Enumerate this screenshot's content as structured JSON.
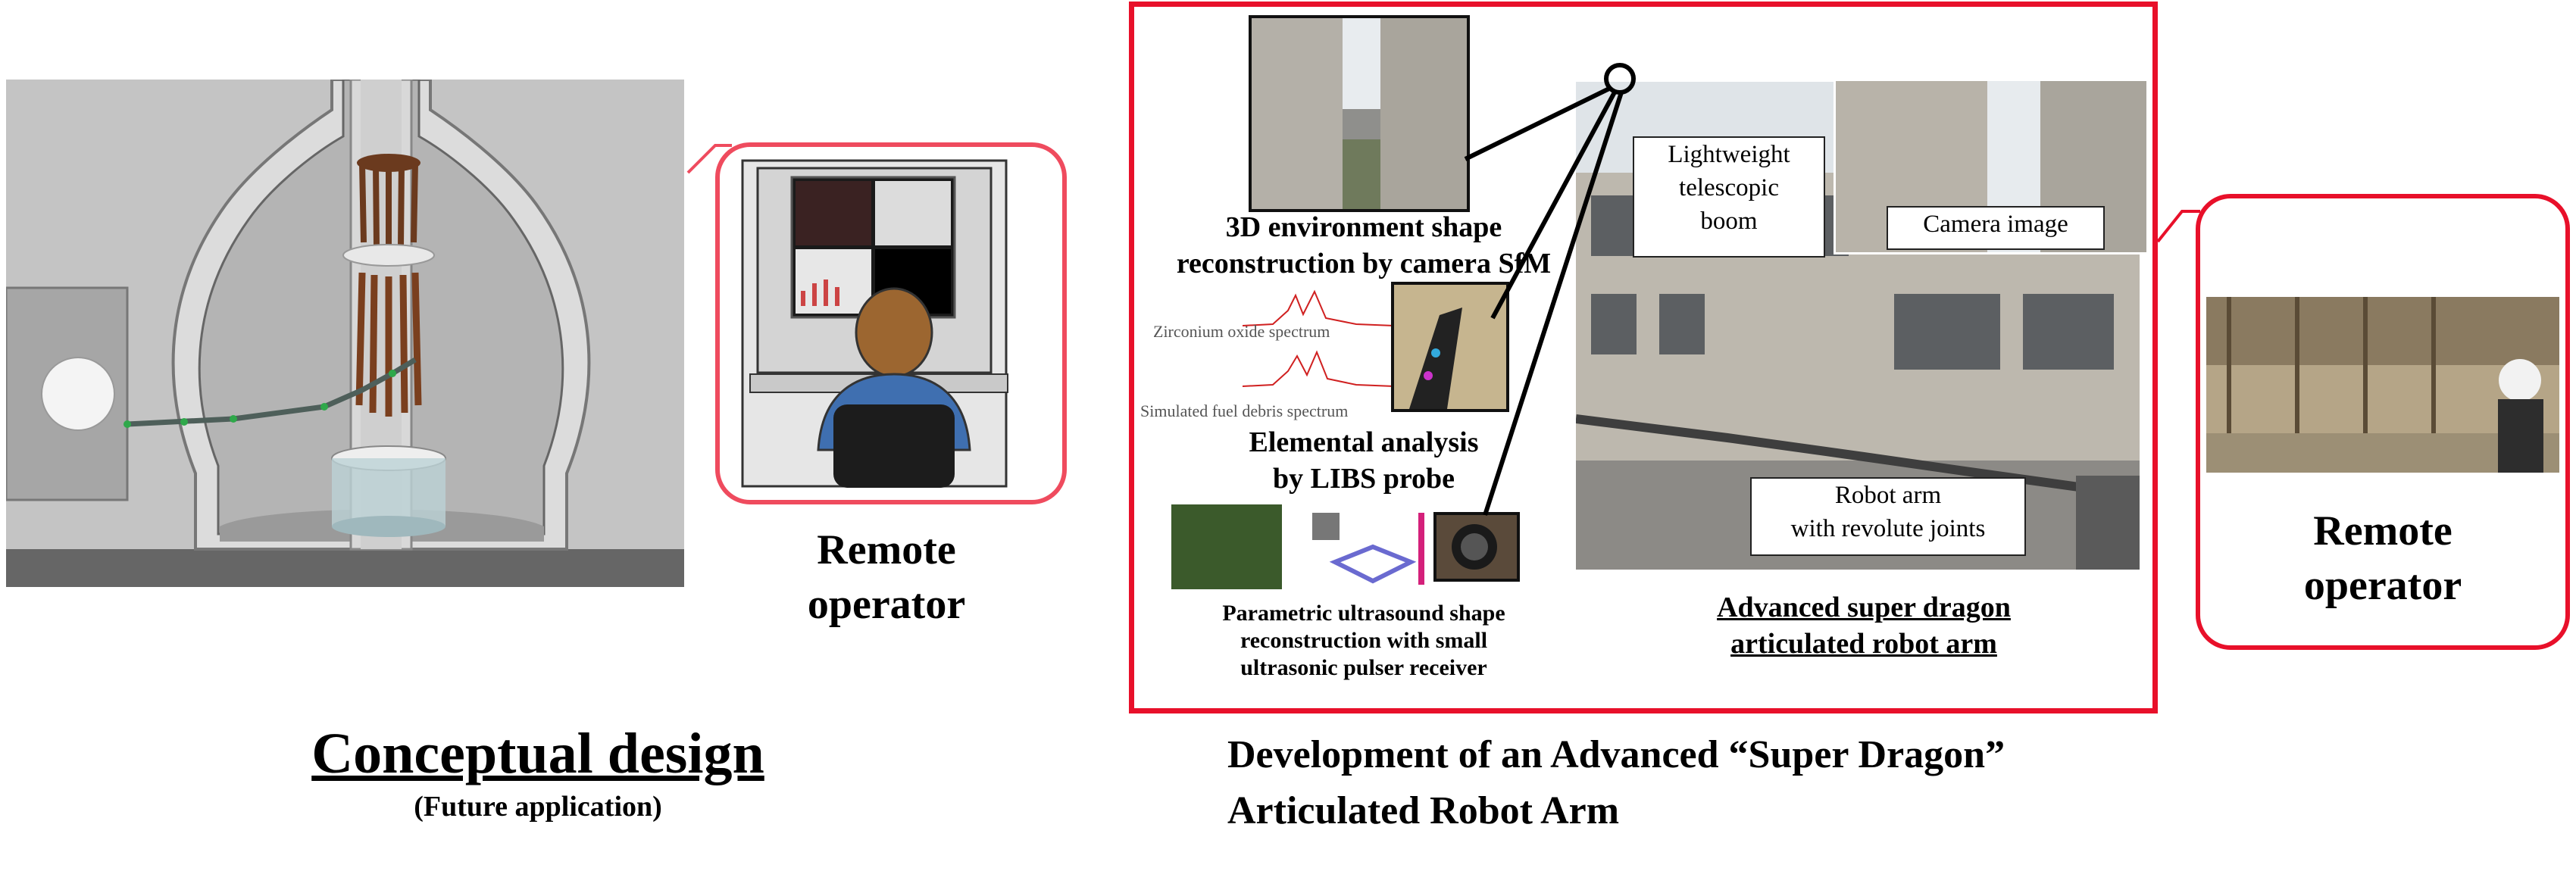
{
  "left_panel": {
    "remote_operator_line1": "Remote",
    "remote_operator_line2": "operator",
    "title": "Conceptual design",
    "subtitle": "(Future application)"
  },
  "center_panel": {
    "sfm_label_line1": "3D environment shape",
    "sfm_label_line2": "reconstruction by camera SfM",
    "spectrum_top": "Zirconium oxide spectrum",
    "spectrum_bottom": "Simulated fuel debris spectrum",
    "libs_line1": "Elemental analysis",
    "libs_line2": "by LIBS probe",
    "ultrasound_line1": "Parametric ultrasound shape",
    "ultrasound_line2": "reconstruction with small",
    "ultrasound_line3": "ultrasonic pulser receiver",
    "boom_line1": "Lightweight",
    "boom_line2": "telescopic",
    "boom_line3": "boom",
    "camera_image": "Camera image",
    "robot_arm_line1": "Robot arm",
    "robot_arm_line2": "with revolute joints",
    "arm_title_line1": "Advanced super dragon",
    "arm_title_line2": "articulated robot arm",
    "caption_line1": "Development of an Advanced “Super Dragon”",
    "caption_line2": "Articulated Robot Arm"
  },
  "right_panel": {
    "remote_operator_line1": "Remote",
    "remote_operator_line2": "operator"
  },
  "colors": {
    "frame_red": "#e8102a",
    "light_red": "#ef4b5e",
    "reactor_gray": "#c2c2c2"
  }
}
